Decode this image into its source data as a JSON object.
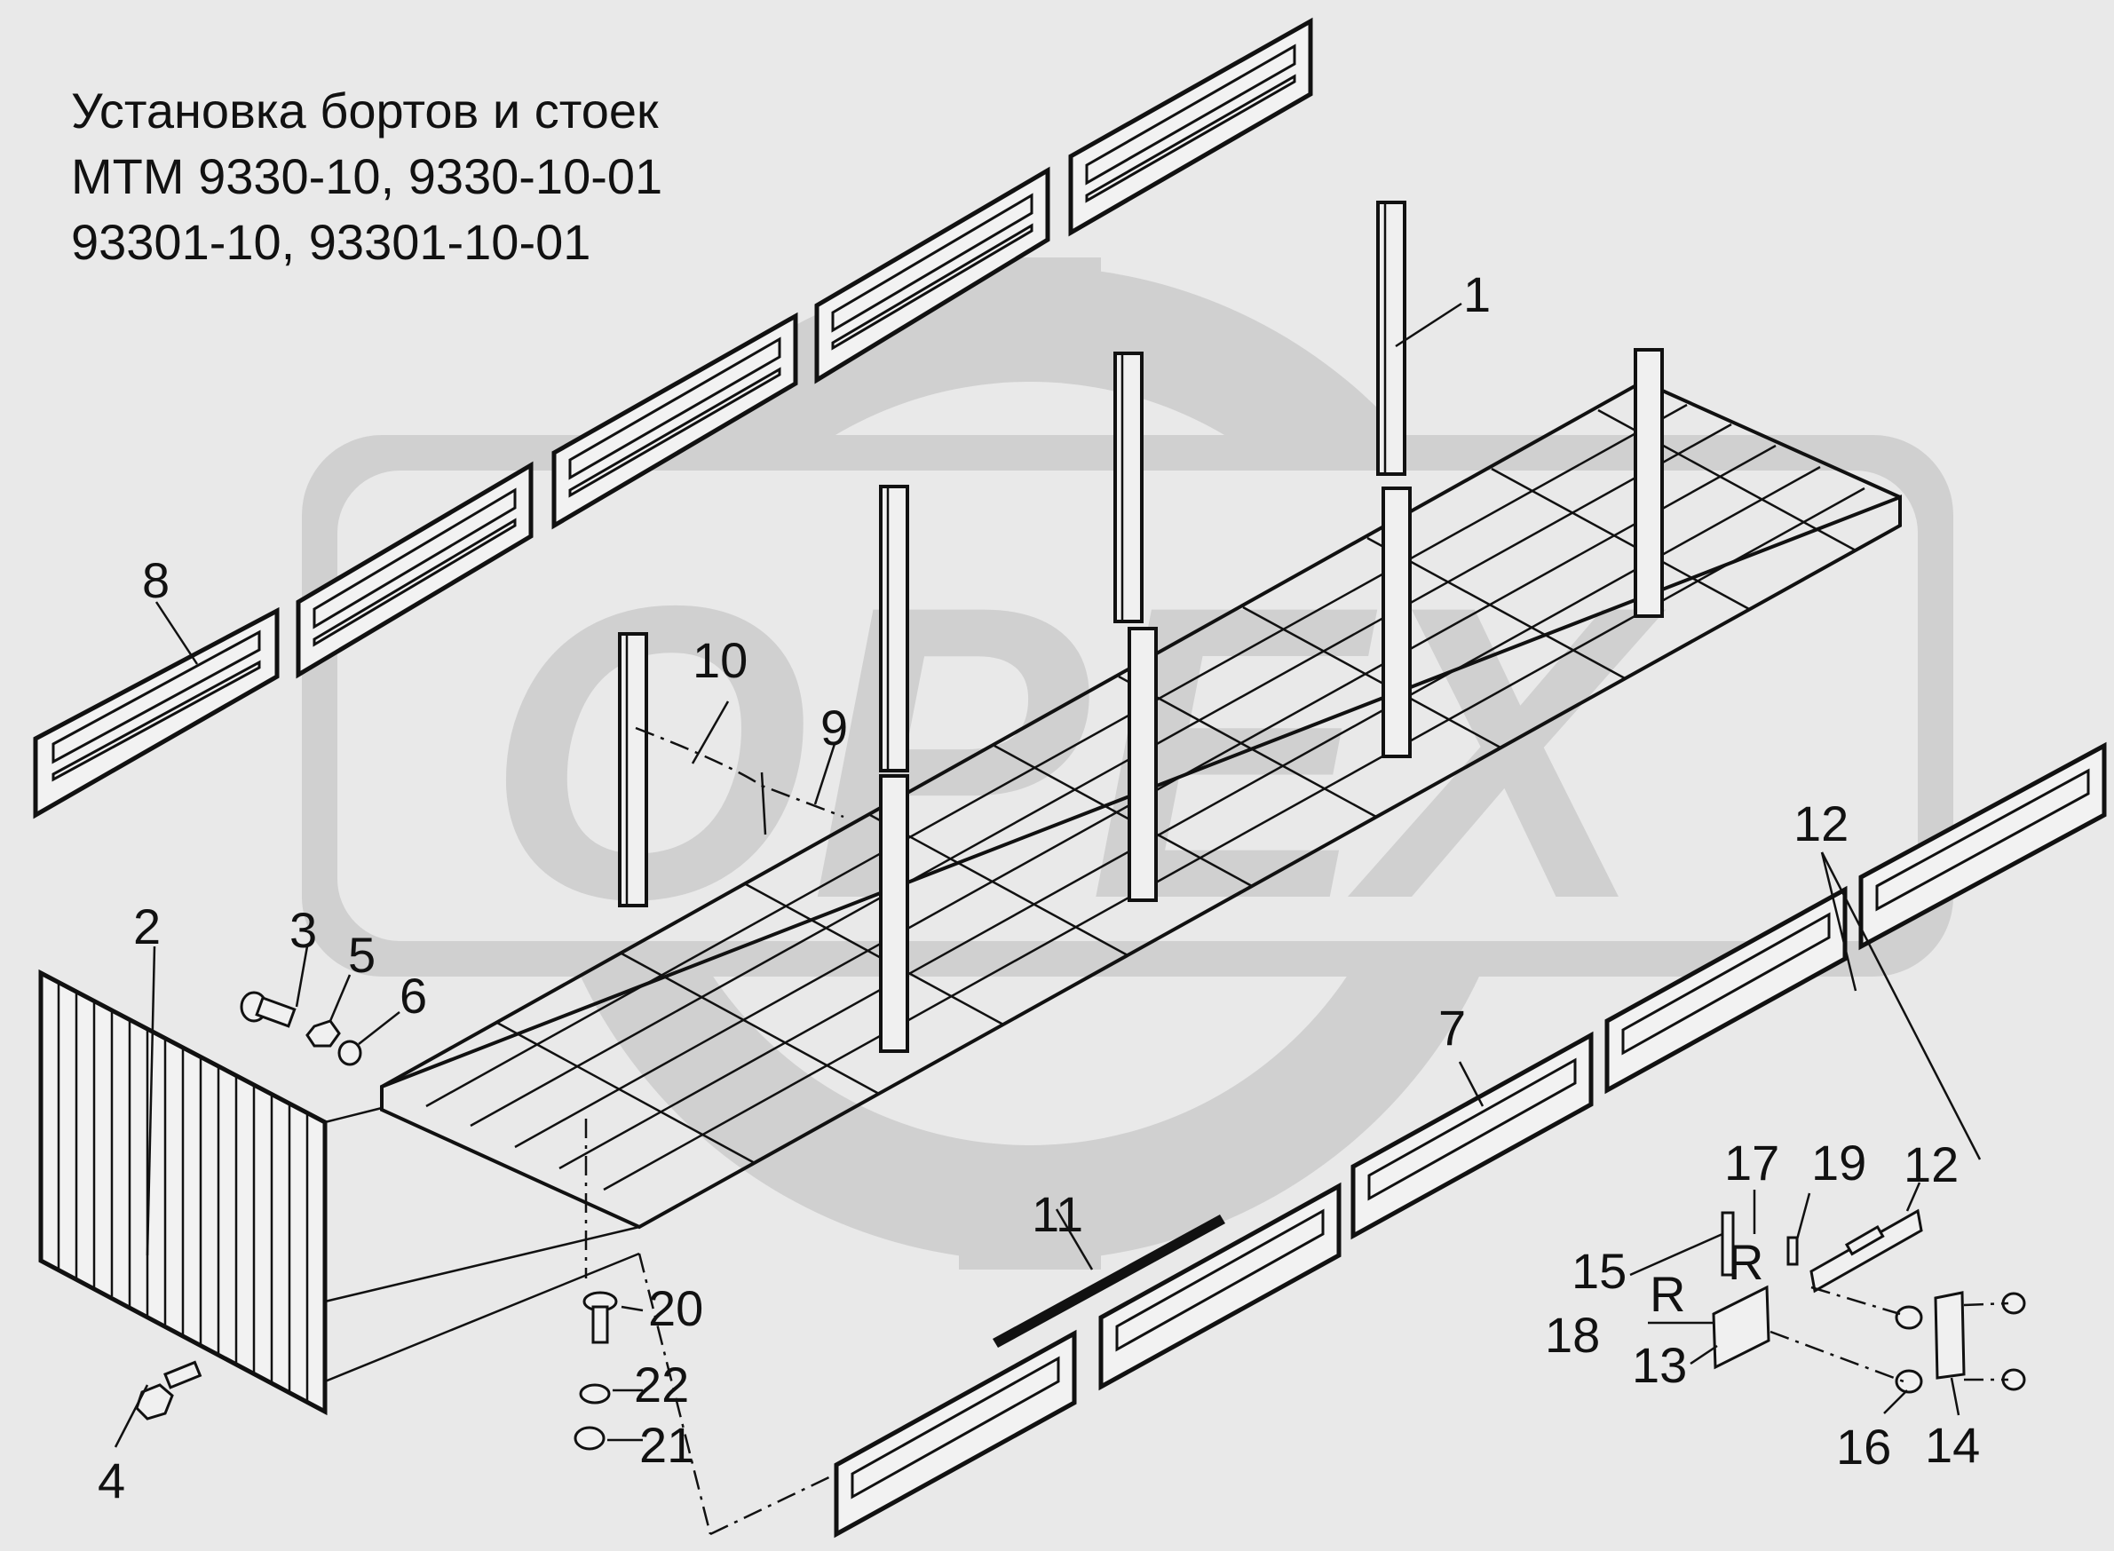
{
  "title": {
    "line1": "Установка бортов и стоек",
    "line2": "МТМ 9330-10, 9330-10-01",
    "line3": "93301-10, 93301-10-01"
  },
  "callouts": {
    "c1": "1",
    "c2": "2",
    "c3": "3",
    "c4": "4",
    "c5": "5",
    "c6": "6",
    "c7": "7",
    "c8": "8",
    "c9": "9",
    "c10": "10",
    "c11": "11",
    "c12a": "12",
    "c12b": "12",
    "c13": "13",
    "c14": "14",
    "c15": "15",
    "c16": "16",
    "c17": "17",
    "c18": "18",
    "c19": "19",
    "c20": "20",
    "c21": "21",
    "c22": "22",
    "r1": "R",
    "r2": "R"
  },
  "watermark": {
    "text": "ОРЕХ"
  }
}
